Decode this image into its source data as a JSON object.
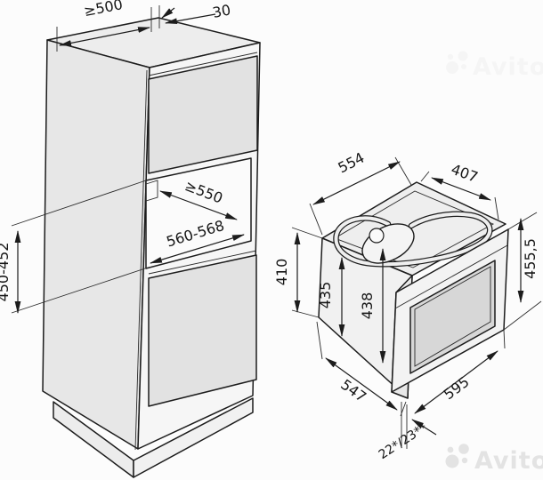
{
  "meta": {
    "background": "#fcfcfc",
    "line_color": "#1c1c1c",
    "watermark_color": "#e3e3e3",
    "watermark_faint_color": "#f1f1f1",
    "glass_color": "#d7d7d7"
  },
  "watermark": {
    "brand": "Avito",
    "logo": "avito-four-dots-logo"
  },
  "cabinet": {
    "description": "tall-housing-unit-niche-drawing",
    "dimensions": {
      "top_depth": "≥500",
      "rear_gap": "30",
      "niche_depth": "≥550",
      "niche_width": "560-568",
      "niche_height": "450-452"
    }
  },
  "oven": {
    "description": "built-in-oven-drawing-with-power-cord",
    "dimensions": {
      "top_depth": "554",
      "top_rear_depth": "407",
      "front_height": "455,5",
      "rear_height": "410",
      "body_height_rear": "435",
      "body_height_front": "438",
      "bottom_depth": "547",
      "front_width": "595",
      "door_protrusion": "22*/23**"
    }
  }
}
